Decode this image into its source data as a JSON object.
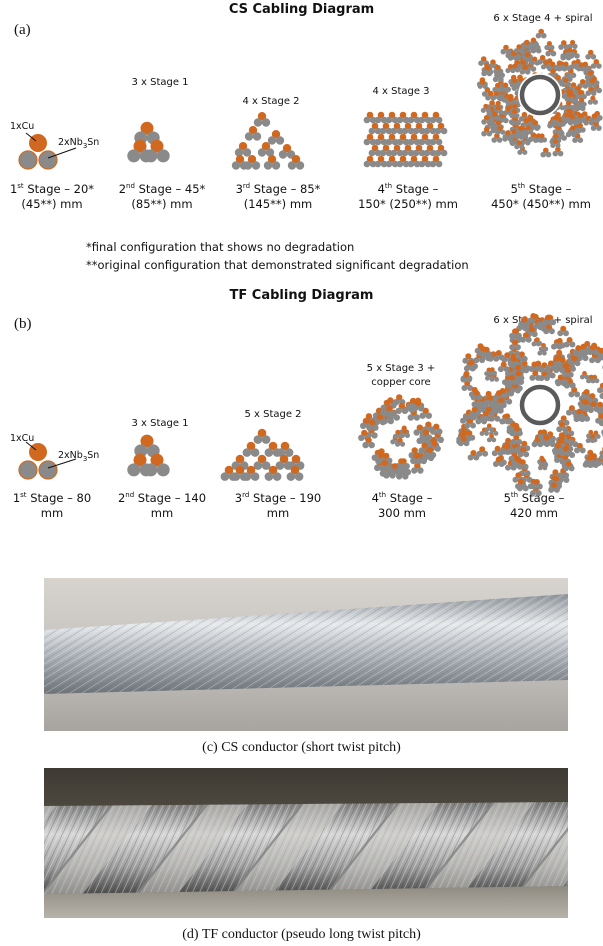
{
  "diagram_cs": {
    "title": "CS Cabling Diagram",
    "panel_label": "(a)",
    "above_labels": [
      "3 x Stage 1",
      "4 x Stage 2",
      "4 x Stage 3",
      "6 x Stage 4 + spiral"
    ],
    "component_labels": {
      "cu": "1xCu",
      "nb3sn_prefix": "2xNb",
      "nb3sn_sub": "3",
      "nb3sn_suffix": "Sn"
    },
    "stages": [
      {
        "ordinal": "1",
        "suffix": "st",
        "line1_rest": " Stage – 20*",
        "line2": "(45**) mm"
      },
      {
        "ordinal": "2",
        "suffix": "nd",
        "line1_rest": " Stage – 45*",
        "line2": "(85**) mm"
      },
      {
        "ordinal": "3",
        "suffix": "rd",
        "line1_rest": " Stage – 85*",
        "line2": "(145**) mm"
      },
      {
        "ordinal": "4",
        "suffix": "th",
        "line1_rest": " Stage –",
        "line2": "150* (250**) mm"
      },
      {
        "ordinal": "5",
        "suffix": "th",
        "line1_rest": " Stage –",
        "line2": "450* (450**) mm"
      }
    ],
    "note1": "*final configuration that shows no degradation",
    "note2": "**original configuration that demonstrated significant degradation"
  },
  "diagram_tf": {
    "title": "TF Cabling Diagram",
    "panel_label": "(b)",
    "above_labels": [
      "3 x Stage 1",
      "5 x Stage 2",
      "5 x Stage 3 +",
      "copper core",
      "6 x Stage 4 + spiral"
    ],
    "component_labels": {
      "cu": "1xCu",
      "nb3sn_prefix": "2xNb",
      "nb3sn_sub": "3",
      "nb3sn_suffix": "Sn"
    },
    "stages": [
      {
        "ordinal": "1",
        "suffix": "st",
        "line1_rest": " Stage – 80",
        "line2": "mm"
      },
      {
        "ordinal": "2",
        "suffix": "nd",
        "line1_rest": " Stage – 140",
        "line2": "mm"
      },
      {
        "ordinal": "3",
        "suffix": "rd",
        "line1_rest": " Stage – 190",
        "line2": "mm"
      },
      {
        "ordinal": "4",
        "suffix": "th",
        "line1_rest": " Stage –",
        "line2": "300 mm"
      },
      {
        "ordinal": "5",
        "suffix": "th",
        "line1_rest": " Stage –",
        "line2": "420 mm"
      }
    ]
  },
  "photos": {
    "caption_c": "(c) CS conductor (short twist pitch)",
    "caption_d": "(d) TF conductor (pseudo long twist pitch)"
  },
  "colors": {
    "copper": "#d0691f",
    "nb3sn": "#8a8a8a",
    "core_ring": "#5a5a5a"
  }
}
